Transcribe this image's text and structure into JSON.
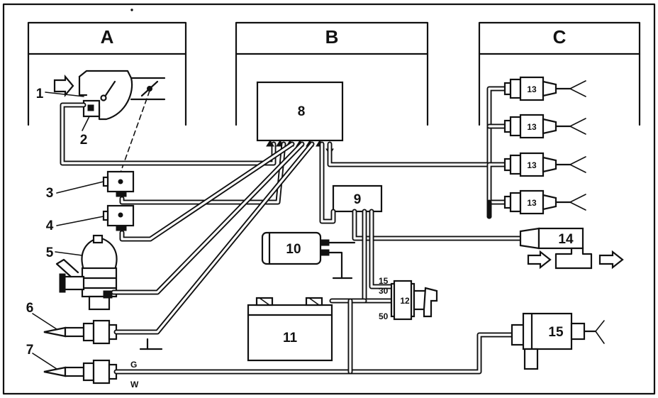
{
  "sections": {
    "a": "A",
    "b": "B",
    "c": "C"
  },
  "callouts": {
    "n1": "1",
    "n2": "2",
    "n3": "3",
    "n4": "4",
    "n5": "5",
    "n6": "6",
    "n7": "7",
    "n8": "8",
    "n9": "9",
    "n10": "10",
    "n11": "11",
    "n12": "12",
    "n13": "13",
    "n14": "14",
    "n15": "15"
  },
  "terminals": {
    "t15": "15",
    "t30": "30",
    "t50": "50",
    "g": "G",
    "w": "W"
  }
}
